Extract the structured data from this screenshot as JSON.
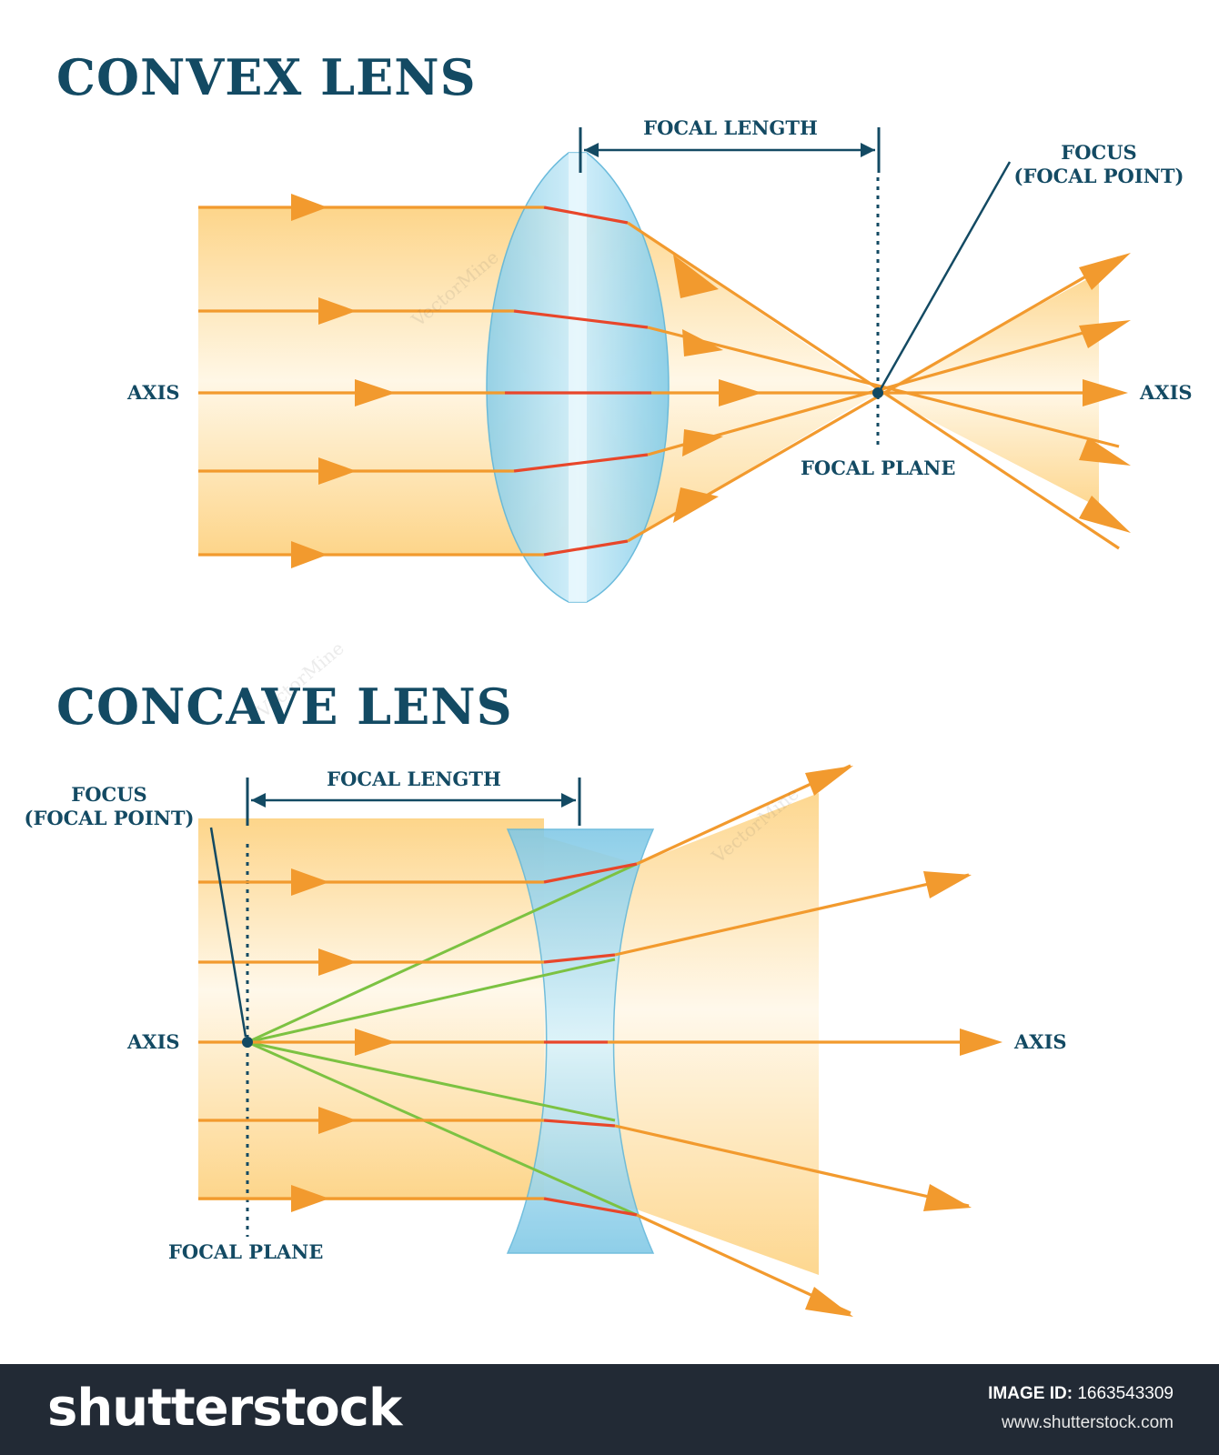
{
  "convex": {
    "title": "CONVEX LENS",
    "focal_length": "FOCAL LENGTH",
    "focus_line1": "FOCUS",
    "focus_line2": "(FOCAL POINT)",
    "axis_left": "AXIS",
    "axis_right": "AXIS",
    "focal_plane": "FOCAL PLANE"
  },
  "concave": {
    "title": "CONCAVE LENS",
    "focal_length": "FOCAL LENGTH",
    "focus_line1": "FOCUS",
    "focus_line2": "(FOCAL POINT)",
    "axis_left": "AXIS",
    "axis_right": "AXIS",
    "focal_plane": "FOCAL PLANE"
  },
  "watermarks": {
    "vectormine": "VectorMine"
  },
  "footer": {
    "brand": "shutterstock",
    "image_id_label": "IMAGE ID:",
    "image_id_value": "1663543309",
    "site": "www.shutterstock.com"
  },
  "colors": {
    "ray": "#f29a2e",
    "ray_in_lens": "#e8462a",
    "virtual_ray": "#7cc242",
    "text": "#134a63",
    "lens": "#8fd3ef",
    "beam": "#fde4a0"
  }
}
